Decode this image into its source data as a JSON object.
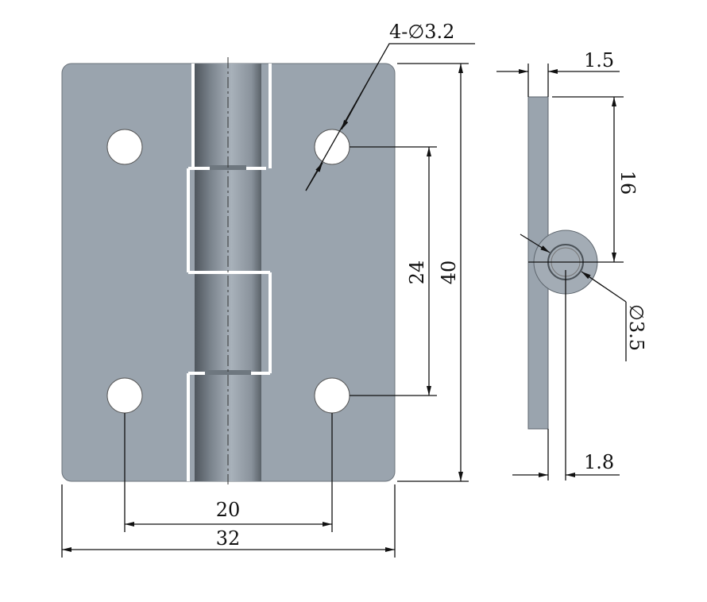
{
  "drawing": {
    "colors": {
      "part_fill": "#9aa4ae",
      "part_edge": "#5d656d",
      "line": "#111111"
    },
    "front_view": {
      "hole_callout": "4-∅3.2",
      "dim_hole_spacing_vertical": "24",
      "dim_overall_height": "40",
      "dim_hole_spacing_horizontal": "20",
      "dim_overall_width": "32"
    },
    "side_view": {
      "dim_leaf_thickness": "1.5",
      "dim_pin_offset": "16",
      "dim_pin_diameter": "∅3.5",
      "dim_knuckle_offset": "1.8"
    }
  }
}
